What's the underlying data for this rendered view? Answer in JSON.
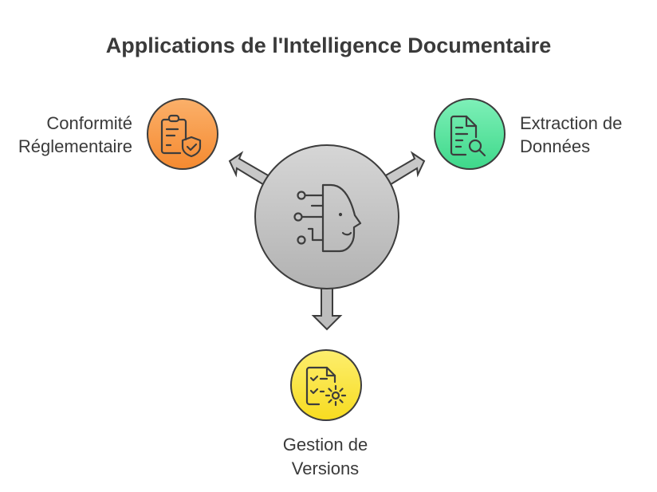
{
  "title": "Applications de l'Intelligence Documentaire",
  "center": {
    "icon": "ai-head-circuit-icon",
    "color": "#c4c4c4"
  },
  "nodes": [
    {
      "line1": "Conformité",
      "line2": "Réglementaire",
      "icon": "clipboard-shield-icon",
      "color": "#f8953f"
    },
    {
      "line1": "Extraction de",
      "line2": "Données",
      "icon": "document-search-icon",
      "color": "#4fe39a"
    },
    {
      "line1": "Gestion de",
      "line2": "Versions",
      "icon": "checklist-gear-icon",
      "color": "#fbe437"
    }
  ]
}
